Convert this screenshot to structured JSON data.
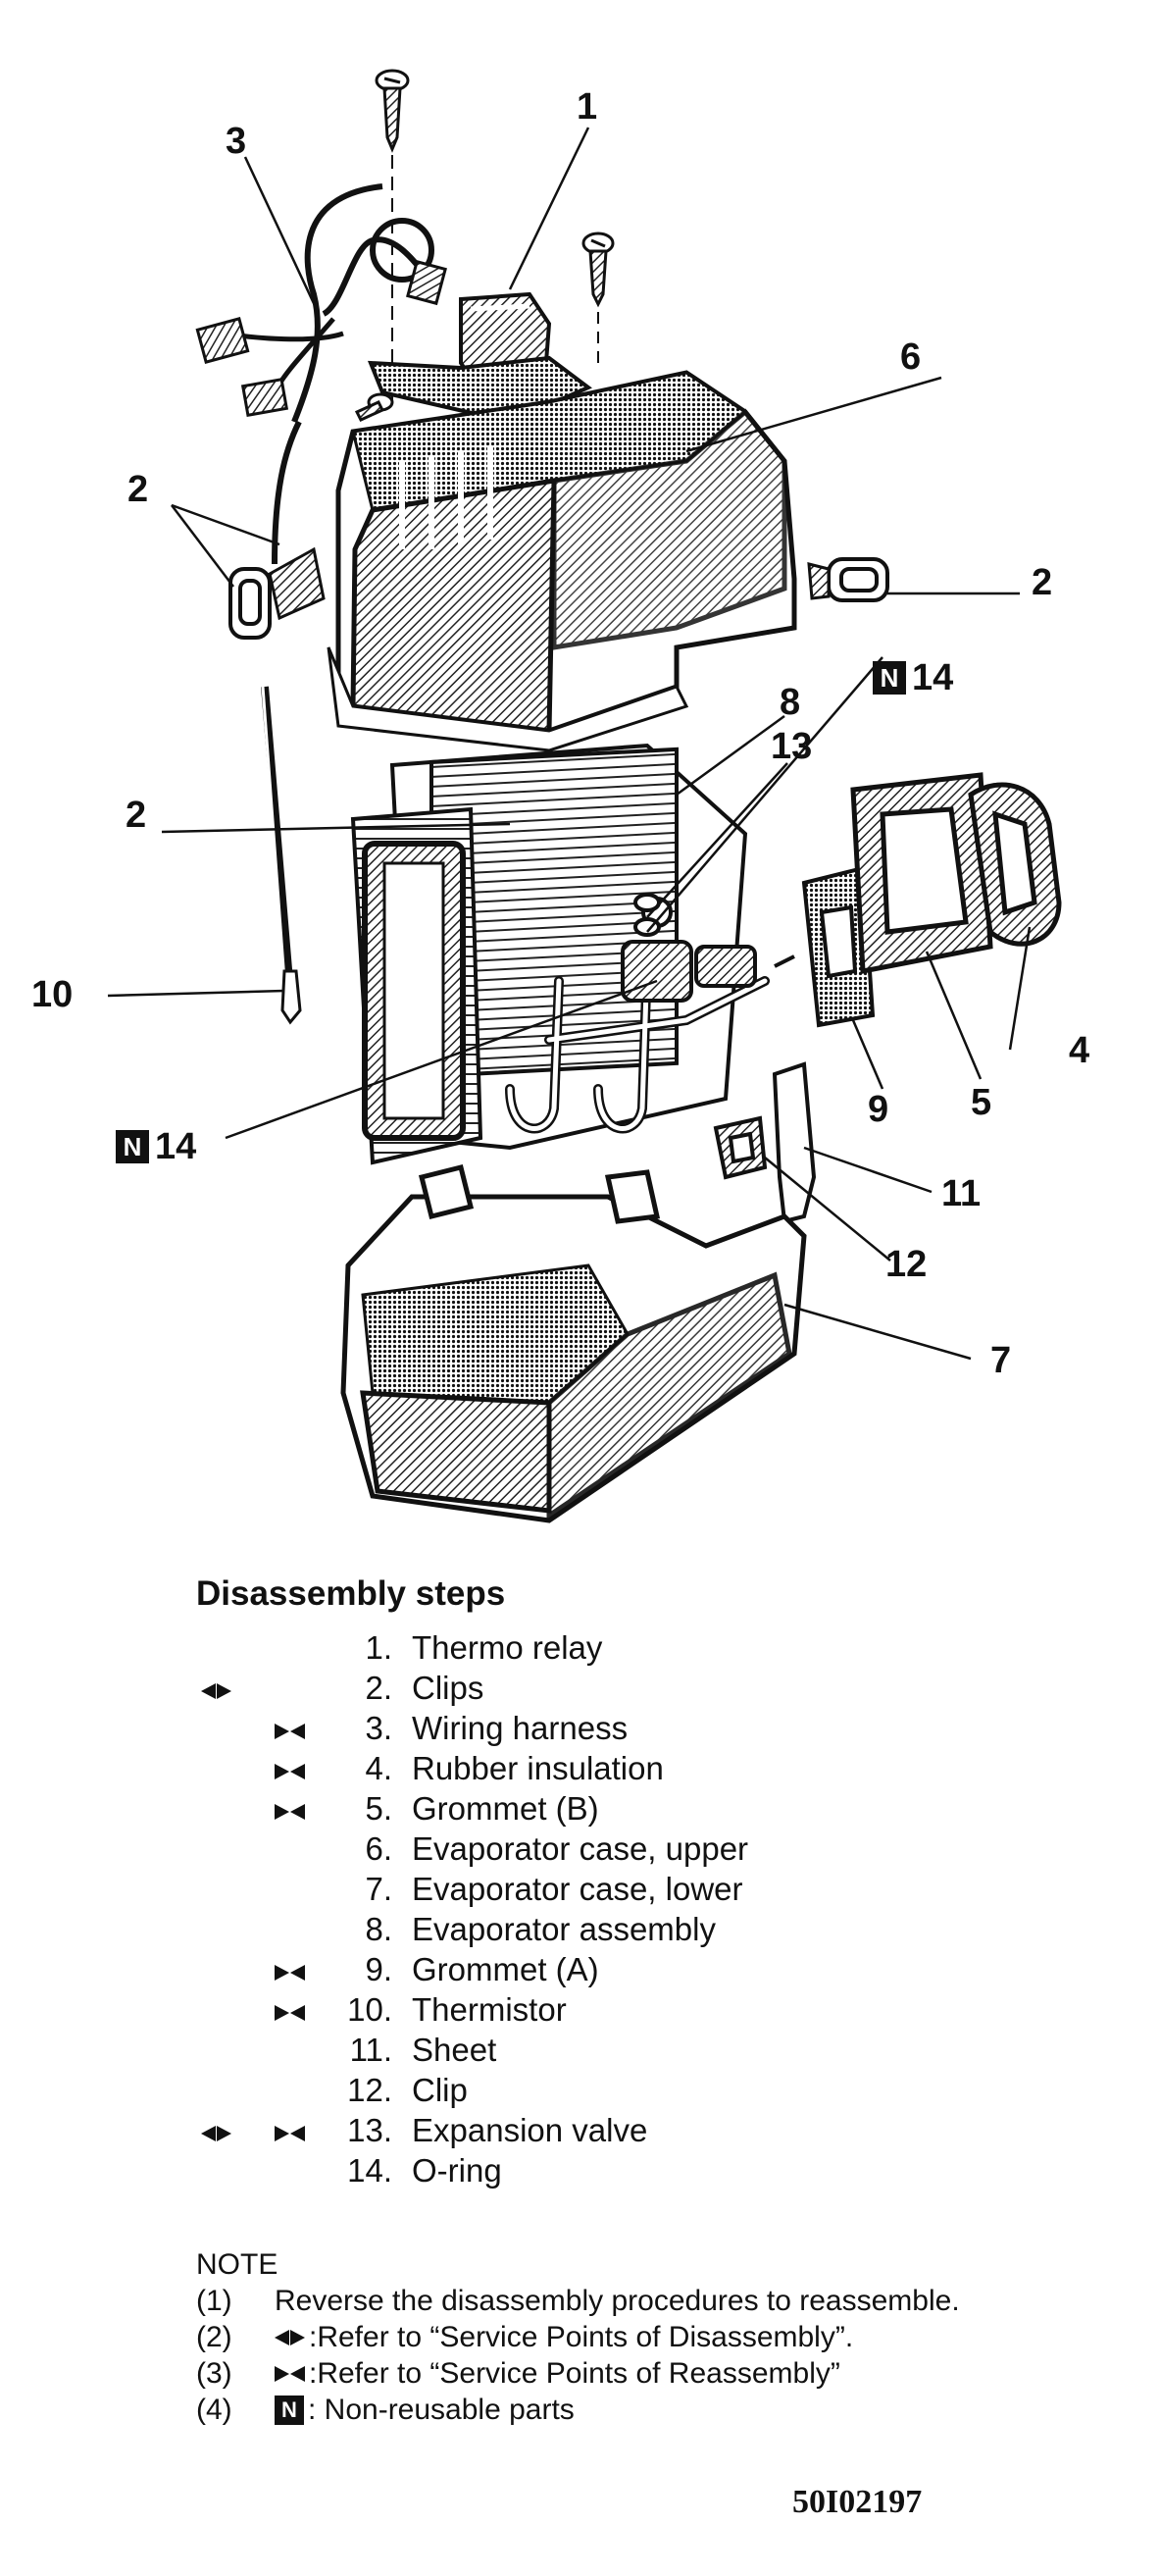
{
  "callouts": {
    "c1": "1",
    "c2a": "2",
    "c2b": "2",
    "c2c": "2",
    "c3": "3",
    "c4": "4",
    "c5": "5",
    "c6": "6",
    "c7": "7",
    "c8": "8",
    "c9": "9",
    "c10": "10",
    "c11": "11",
    "c12": "12",
    "c13": "13",
    "c14a": "14",
    "c14b": "14",
    "n_badge": "N"
  },
  "steps": {
    "title": "Disassembly steps",
    "items": [
      {
        "num": "1.",
        "label": "Thermo relay"
      },
      {
        "num": "2.",
        "label": "Clips"
      },
      {
        "num": "3.",
        "label": "Wiring harness"
      },
      {
        "num": "4.",
        "label": "Rubber insulation"
      },
      {
        "num": "5.",
        "label": "Grommet (B)"
      },
      {
        "num": "6.",
        "label": "Evaporator case, upper"
      },
      {
        "num": "7.",
        "label": "Evaporator case, lower"
      },
      {
        "num": "8.",
        "label": "Evaporator assembly"
      },
      {
        "num": "9.",
        "label": "Grommet (A)"
      },
      {
        "num": "10.",
        "label": "Thermistor"
      },
      {
        "num": "11.",
        "label": "Sheet"
      },
      {
        "num": "12.",
        "label": "Clip"
      },
      {
        "num": "13.",
        "label": "Expansion valve"
      },
      {
        "num": "14.",
        "label": "O-ring"
      }
    ]
  },
  "note": {
    "title": "NOTE",
    "items": [
      {
        "idx": "(1)",
        "text": "Reverse the disassembly procedures to reassemble."
      },
      {
        "idx": "(2)",
        "text": ":Refer to “Service Points of Disassembly”."
      },
      {
        "idx": "(3)",
        "text": ":Refer to “Service Points of Reassembly”"
      },
      {
        "idx": "(4)",
        "text": ": Non-reusable parts"
      }
    ]
  },
  "figure_code": "50I02197"
}
